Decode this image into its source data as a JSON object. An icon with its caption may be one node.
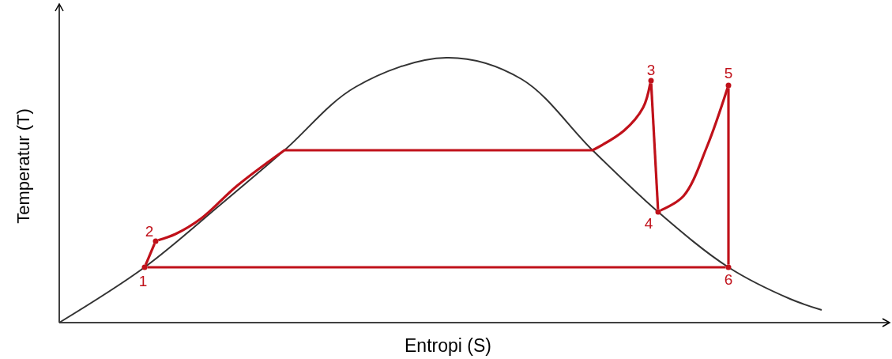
{
  "diagram": {
    "nodes": [
      {
        "text": [],
        "shape": "circle",
        "beside": [
          "1"
        ]
      },
      {
        "text": [],
        "shape": "circle",
        "beside": [
          "2"
        ]
      },
      {
        "text": [],
        "shape": "circle",
        "beside": [
          "3"
        ]
      },
      {
        "text": [],
        "shape": "circle",
        "beside": [
          "4"
        ]
      },
      {
        "text": [],
        "shape": "circle",
        "beside": [
          "5"
        ]
      },
      {
        "text": [],
        "shape": "circle",
        "beside": [
          "6"
        ]
      }
    ],
    "edges": [
      {
        "from": 0,
        "to": 1,
        "arrow": "none"
      },
      {
        "from": 1,
        "to": 2,
        "arrow": "none"
      },
      {
        "from": 2,
        "to": 3,
        "arrow": "none"
      },
      {
        "from": 3,
        "to": 4,
        "arrow": "none"
      },
      {
        "from": 4,
        "to": 5,
        "arrow": "none"
      },
      {
        "from": 5,
        "to": 0,
        "arrow": "none"
      }
    ],
    "labels": [
      "Temperatur (T)",
      "Entropi (S)"
    ]
  }
}
